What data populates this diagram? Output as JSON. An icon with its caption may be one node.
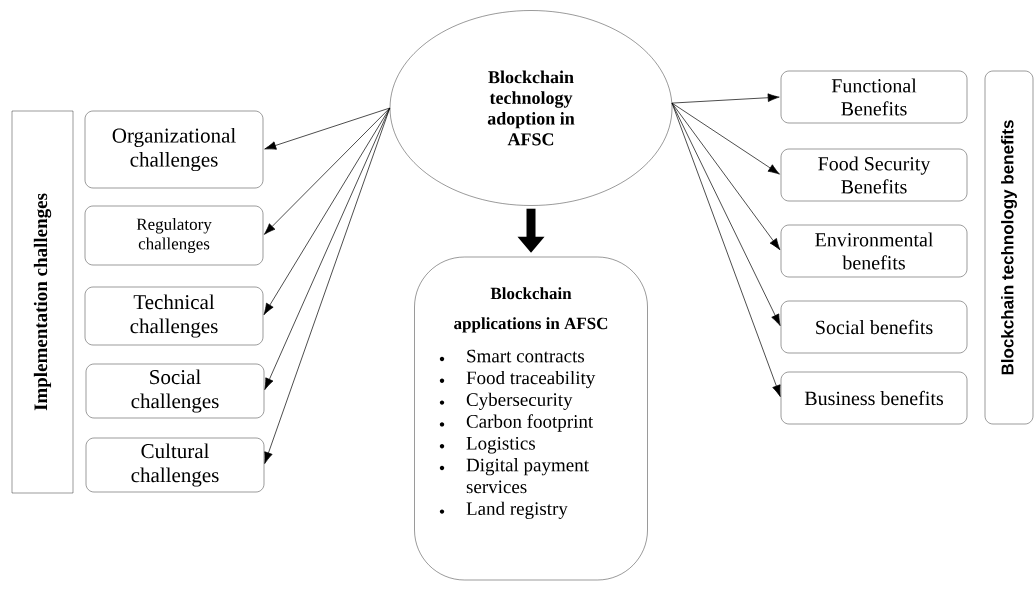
{
  "diagram": {
    "nodes": [
      {
        "text": [
          "Blockchain technology adoption in AFSC"
        ]
      },
      {
        "text": [
          "Implementation challenges"
        ]
      },
      {
        "text": [
          "Organizational challenges"
        ]
      },
      {
        "text": [
          "Regulatory challenges"
        ]
      },
      {
        "text": [
          "Technical challenges"
        ]
      },
      {
        "text": [
          "Social challenges"
        ]
      },
      {
        "text": [
          "Cultural challenges"
        ]
      },
      {
        "text": [
          "Blockchain applications in AFSC",
          "Smart contracts",
          "Food traceability",
          "Cybersecurity",
          "Carbon footprint",
          "Logistics",
          "Digital payment services",
          "Land registry"
        ]
      },
      {
        "text": [
          "Functional Benefits"
        ]
      },
      {
        "text": [
          "Food Security Benefits"
        ]
      },
      {
        "text": [
          "Environmental benefits"
        ]
      },
      {
        "text": [
          "Social benefits"
        ]
      },
      {
        "text": [
          "Business benefits"
        ]
      },
      {
        "text": [
          "Blockchain technology benefits"
        ]
      }
    ],
    "edges": [
      {
        "from": 0,
        "to": 2,
        "arrow": "to"
      },
      {
        "from": 0,
        "to": 3,
        "arrow": "to"
      },
      {
        "from": 0,
        "to": 4,
        "arrow": "to"
      },
      {
        "from": 0,
        "to": 5,
        "arrow": "to"
      },
      {
        "from": 0,
        "to": 6,
        "arrow": "to"
      },
      {
        "from": 0,
        "to": 7,
        "arrow": "to",
        "style": "thick"
      },
      {
        "from": 0,
        "to": 8,
        "arrow": "to"
      },
      {
        "from": 0,
        "to": 9,
        "arrow": "to"
      },
      {
        "from": 0,
        "to": 10,
        "arrow": "to"
      },
      {
        "from": 0,
        "to": 11,
        "arrow": "to"
      },
      {
        "from": 0,
        "to": 12,
        "arrow": "to"
      }
    ]
  }
}
